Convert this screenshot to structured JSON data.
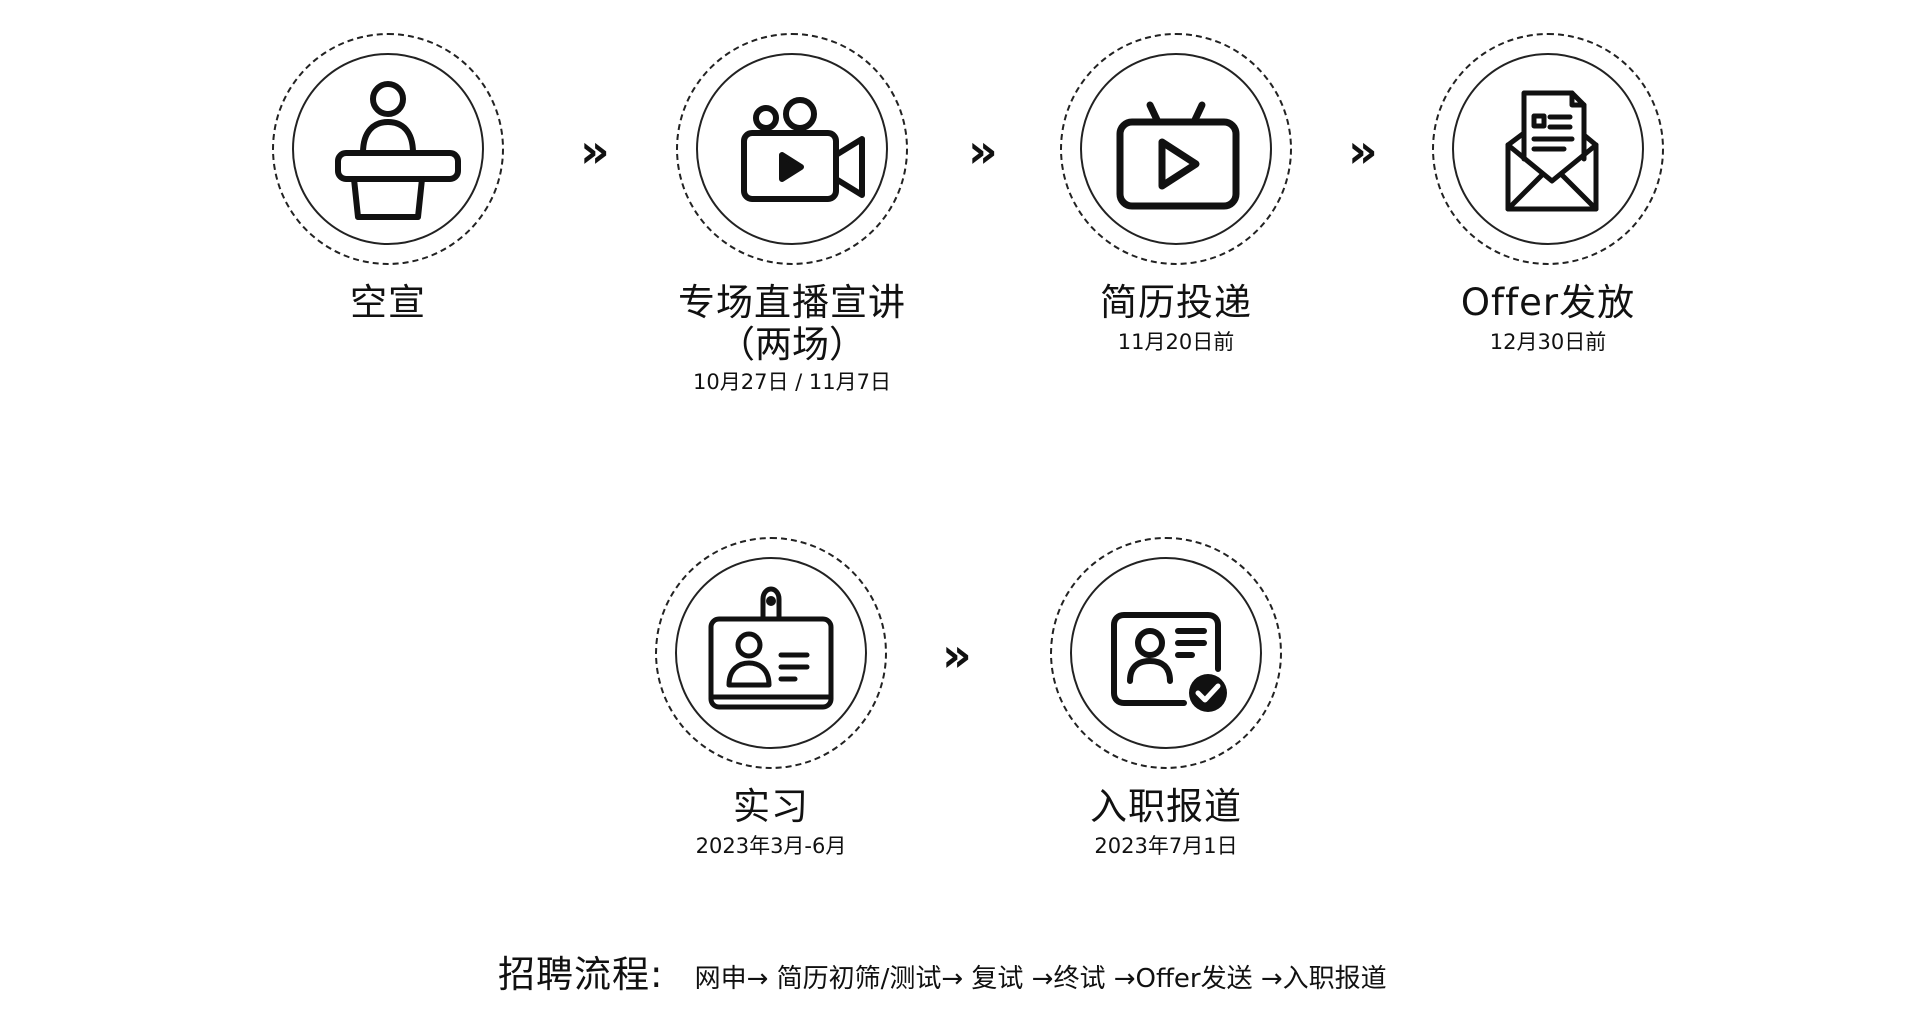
{
  "steps": [
    {
      "title": "空宣",
      "subtitle": "",
      "date": "",
      "icon": "lectern-speaker-icon"
    },
    {
      "title": "专场直播宣讲",
      "subtitle": "（两场）",
      "date": "10月27日 / 11月7日",
      "icon": "video-camera-icon"
    },
    {
      "title": "简历投递",
      "subtitle": "",
      "date": "11月20日前",
      "icon": "tv-play-icon"
    },
    {
      "title": "Offer发放",
      "subtitle": "",
      "date": "12月30日前",
      "icon": "mail-letter-icon"
    },
    {
      "title": "实习",
      "subtitle": "",
      "date": "2023年3月-6月",
      "icon": "id-badge-icon"
    },
    {
      "title": "入职报道",
      "subtitle": "",
      "date": "2023年7月1日",
      "icon": "id-card-check-icon"
    }
  ],
  "arrow_symbol": "»",
  "process": {
    "label": "招聘流程:",
    "steps_text": "网申→ 简历初筛/测试→ 复试 →终试 →Offer发送 →入职报道"
  },
  "colors": {
    "stroke": "#111111",
    "background": "#ffffff"
  }
}
